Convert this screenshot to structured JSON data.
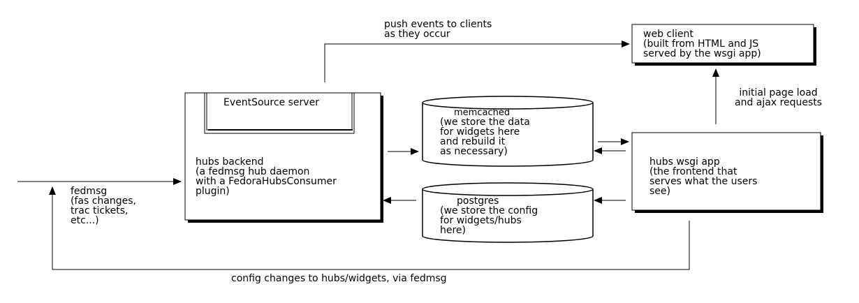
{
  "nodes": {
    "web_client": "web client\n(built from HTML and JS\nserved by the wsgi app)",
    "eventsource": "EventSource server",
    "hubs_backend": "hubs backend\n(a fedmsg hub daemon\nwith a FedoraHubsConsumer\nplugin)",
    "memcached_title": "memcached",
    "memcached_desc": "(we store the data\nfor widgets here\nand rebuild it\nas necessary)",
    "postgres_title": "postgres",
    "postgres_desc": "(we store the config\nfor widgets/hubs\nhere)",
    "hubs_wsgi": "hubs wsgi app\n(the frontend that\nserves what the users\nsee)"
  },
  "edges": {
    "push_events": "push events to clients\nas they occur",
    "initial_load": "initial page load\nand ajax requests",
    "fedmsg_in": "fedmsg\n(fas changes,\ntrac tickets,\netc...)",
    "config_changes": "config changes to hubs/widgets, via fedmsg"
  }
}
